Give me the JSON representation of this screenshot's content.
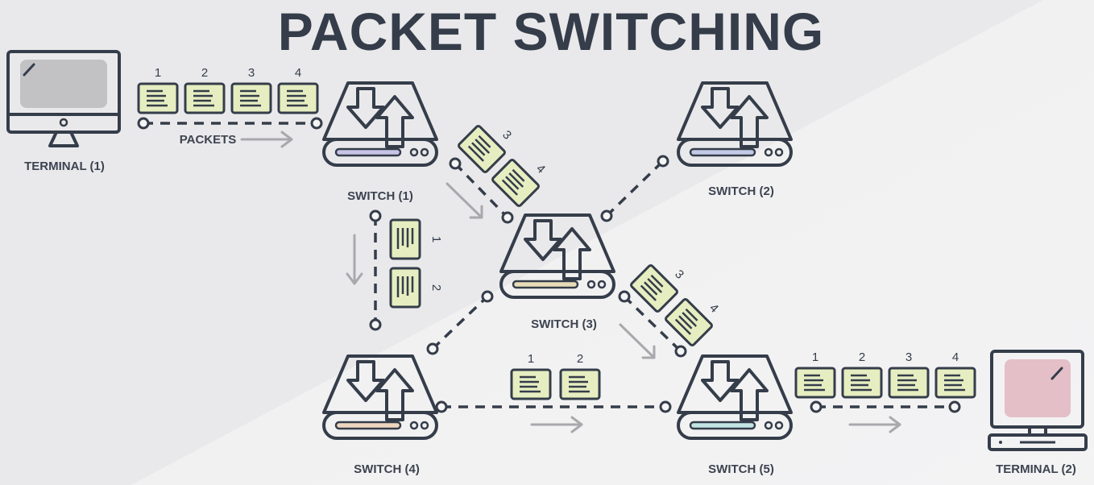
{
  "title": "PACKET SWITCHING",
  "terminals": [
    {
      "label": "TERMINAL (1)",
      "screen_color": "#c2c2c4"
    },
    {
      "label": "TERMINAL (2)",
      "screen_color": "#e4bfc7"
    }
  ],
  "switches": [
    {
      "label": "SWITCH (1)",
      "slot_color": "#c8c4e6"
    },
    {
      "label": "SWITCH (2)",
      "slot_color": "#c2cae6"
    },
    {
      "label": "SWITCH (3)",
      "slot_color": "#e8dcb8"
    },
    {
      "label": "SWITCH (4)",
      "slot_color": "#eed6bf"
    },
    {
      "label": "SWITCH (5)",
      "slot_color": "#c2e4e2"
    }
  ],
  "packets_label": "PACKETS",
  "packet_numbers": {
    "t1_to_s1": [
      "1",
      "2",
      "3",
      "4"
    ],
    "s1_to_s3": [
      "3",
      "4"
    ],
    "s1_to_s4": [
      "1",
      "2"
    ],
    "s3_to_s5": [
      "3",
      "4"
    ],
    "s4_to_s5": [
      "1",
      "2"
    ],
    "s5_to_t2": [
      "1",
      "2",
      "3",
      "4"
    ]
  },
  "colors": {
    "ink": "#353d4a",
    "packet": "#e6eec1",
    "arrow": "#a9a9ad"
  }
}
